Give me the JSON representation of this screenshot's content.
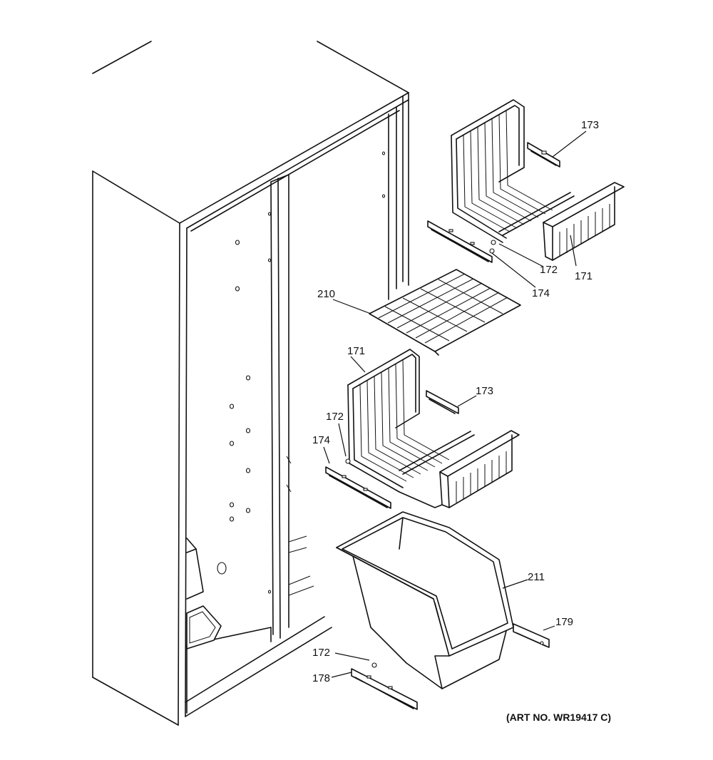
{
  "diagram": {
    "parts": {
      "p173a": "173",
      "p172a": "172",
      "p171a": "171",
      "p174a": "174",
      "p210": "210",
      "p171b": "171",
      "p173b": "173",
      "p172b": "172",
      "p174b": "174",
      "p211": "211",
      "p179": "179",
      "p172c": "172",
      "p178": "178"
    },
    "art_number": "(ART NO. WR19417 C)"
  }
}
